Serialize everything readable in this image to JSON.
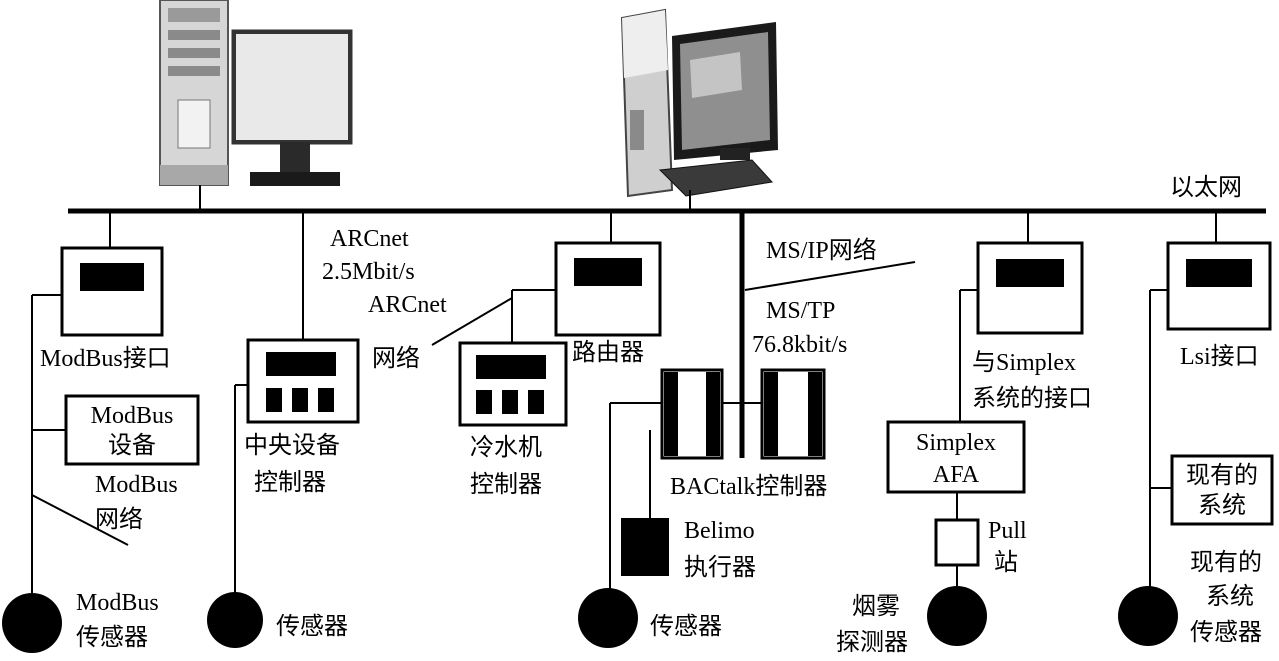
{
  "colors": {
    "line": "#000000",
    "background": "#ffffff"
  },
  "icons": [
    "server-computer-icon",
    "workstation-computer-icon",
    "controller-box-icon",
    "sensor-icon",
    "actuator-icon"
  ],
  "network": {
    "ethernet": "以太网",
    "arcnet": [
      "ARCnet",
      "2.5Mbit/s",
      "ARCnet",
      "网络"
    ],
    "ms_ip": "MS/IP网络",
    "ms_tp": [
      "MS/TP",
      "76.8kbit/s"
    ]
  },
  "devices": {
    "modbus_interface": "ModBus接口",
    "modbus_device": [
      "ModBus",
      "设备"
    ],
    "modbus_network": [
      "ModBus",
      "网络"
    ],
    "modbus_sensor": [
      "ModBus",
      "传感器"
    ],
    "central_controller": [
      "中央设备",
      "控制器"
    ],
    "sensor_1": "传感器",
    "router": "路由器",
    "chiller_controller": [
      "冷水机",
      "控制器"
    ],
    "bactalk_controller": "BACtalk控制器",
    "belimo_actuator": [
      "Belimo",
      "执行器"
    ],
    "sensor_2": "传感器",
    "simplex_interface": [
      "与Simplex",
      "系统的接口"
    ],
    "simplex_afa": [
      "Simplex",
      "AFA"
    ],
    "pull_station": [
      "Pull",
      "站"
    ],
    "smoke_detector": [
      "烟雾",
      "探测器"
    ],
    "lsi_interface": "Lsi接口",
    "existing_system": [
      "现有的",
      "系统"
    ],
    "existing_sensor": [
      "现有的",
      "系统",
      "传感器"
    ]
  }
}
